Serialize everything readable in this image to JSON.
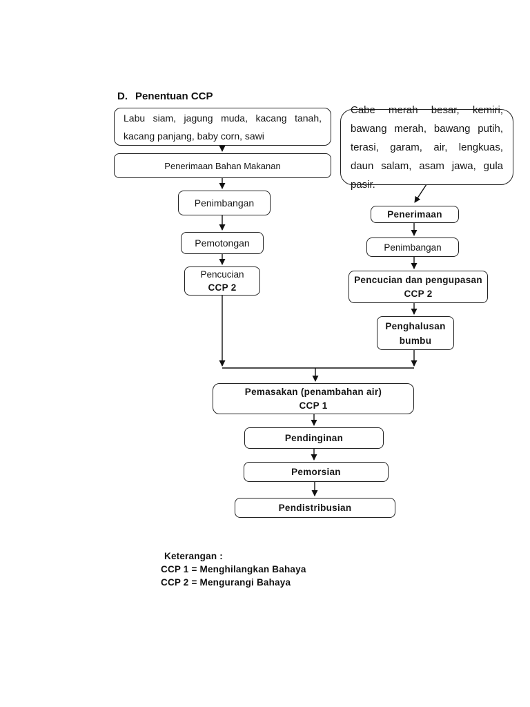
{
  "title": {
    "index": "D.",
    "label": "Penentuan CCP"
  },
  "flow": {
    "veg_ingredients": "Labu siam, jagung muda, kacang tanah, kacang panjang, baby corn, sawi",
    "spice_ingredients": "Cabe merah besar, kemiri, bawang merah, bawang putih, terasi, garam, air, lengkuas, daun salam, asam jawa, gula pasir.",
    "penerimaan_bahan_makanan": "Penerimaan Bahan Makanan",
    "penimbangan_left": "Penimbangan",
    "pemotongan": "Pemotongan",
    "pencucian": {
      "line1": "Pencucian",
      "line2": "CCP 2"
    },
    "penerimaan_right": "Penerimaan",
    "penimbangan_right": "Penimbangan",
    "pencucian_pengupasan": {
      "line1": "Pencucian dan pengupasan",
      "line2": "CCP 2"
    },
    "penghalusan_bumbu": {
      "line1": "Penghalusan",
      "line2": "bumbu"
    },
    "pemasakan": {
      "line1": "Pemasakan (penambahan air)",
      "line2": "CCP 1"
    },
    "pendinginan": "Pendinginan",
    "pemorsian": "Pemorsian",
    "pendistribusian": "Pendistribusian"
  },
  "legend": {
    "title": "Keterangan :",
    "ccp1": "CCP 1 = Menghilangkan Bahaya",
    "ccp2": "CCP 2 = Mengurangi Bahaya"
  }
}
